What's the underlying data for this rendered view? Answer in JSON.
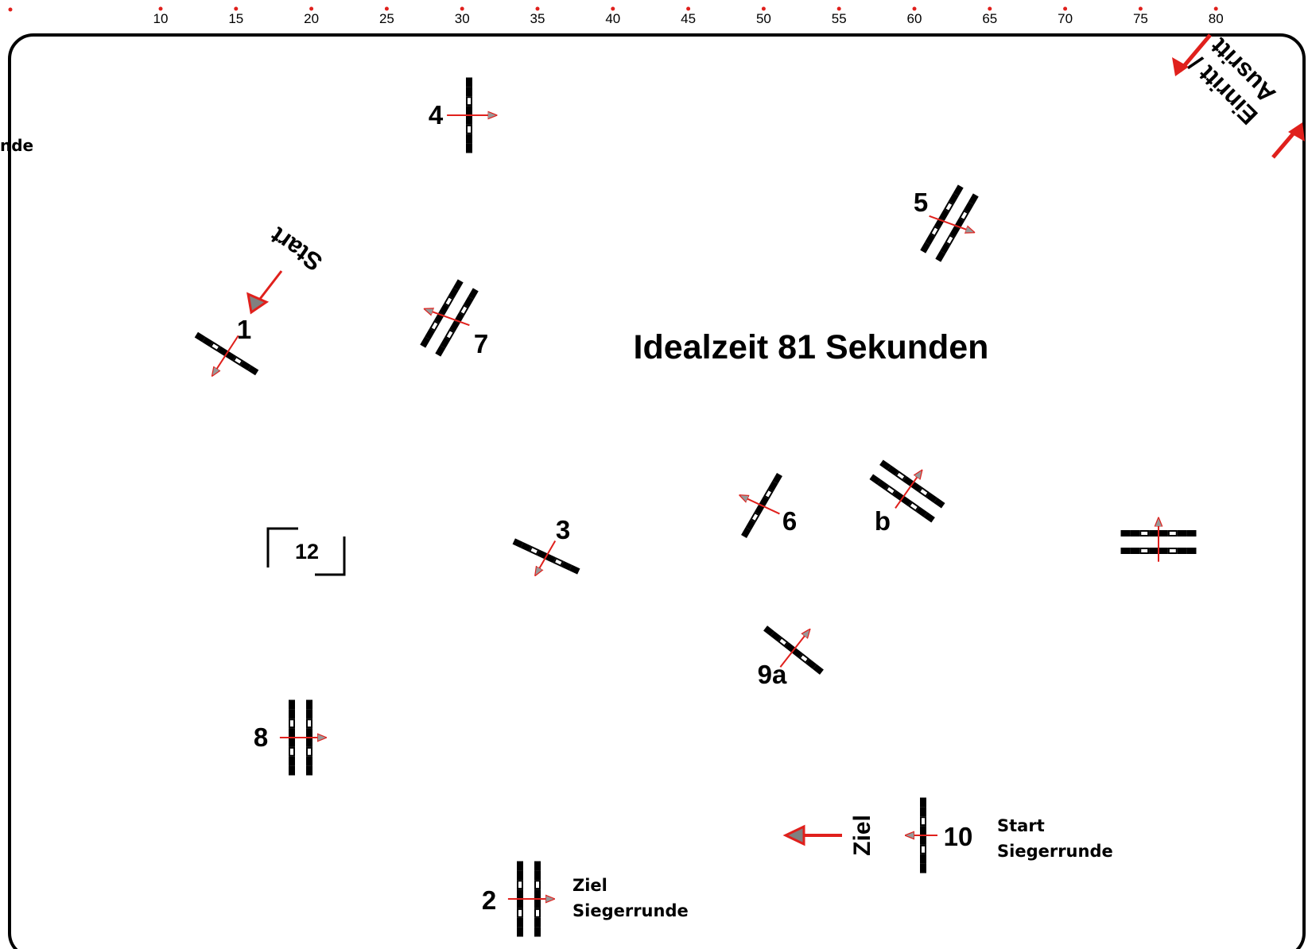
{
  "ruler": {
    "ticks": [
      "10",
      "15",
      "20",
      "25",
      "30",
      "35",
      "40",
      "45",
      "50",
      "55",
      "60",
      "65",
      "70",
      "75",
      "80"
    ],
    "tick_color": "#e0201c"
  },
  "title": "Idealzeit 81 Sekunden",
  "edge_text": "nde",
  "corner": {
    "line1": "Einritt /",
    "line2": "Ausritt"
  },
  "start_label": "Start",
  "obstacles": [
    {
      "id": "1",
      "label": "1"
    },
    {
      "id": "2",
      "label": "2"
    },
    {
      "id": "3",
      "label": "3"
    },
    {
      "id": "4",
      "label": "4"
    },
    {
      "id": "5",
      "label": "5"
    },
    {
      "id": "6",
      "label": "6"
    },
    {
      "id": "7",
      "label": "7"
    },
    {
      "id": "8",
      "label": "8"
    },
    {
      "id": "9a",
      "label": "9a"
    },
    {
      "id": "10",
      "label": "10"
    },
    {
      "id": "b",
      "label": "b"
    },
    {
      "id": "12",
      "label": "12"
    }
  ],
  "ziel_label": "Ziel",
  "start_siegerrunde": {
    "line1": "Start",
    "line2": "Siegerrunde"
  },
  "ziel_siegerrunde": {
    "line1": "Ziel",
    "line2": "Siegerrunde"
  },
  "colors": {
    "arrow": "#e0201c",
    "arrow_head_fill": "#808080",
    "arena_border": "#000000"
  }
}
